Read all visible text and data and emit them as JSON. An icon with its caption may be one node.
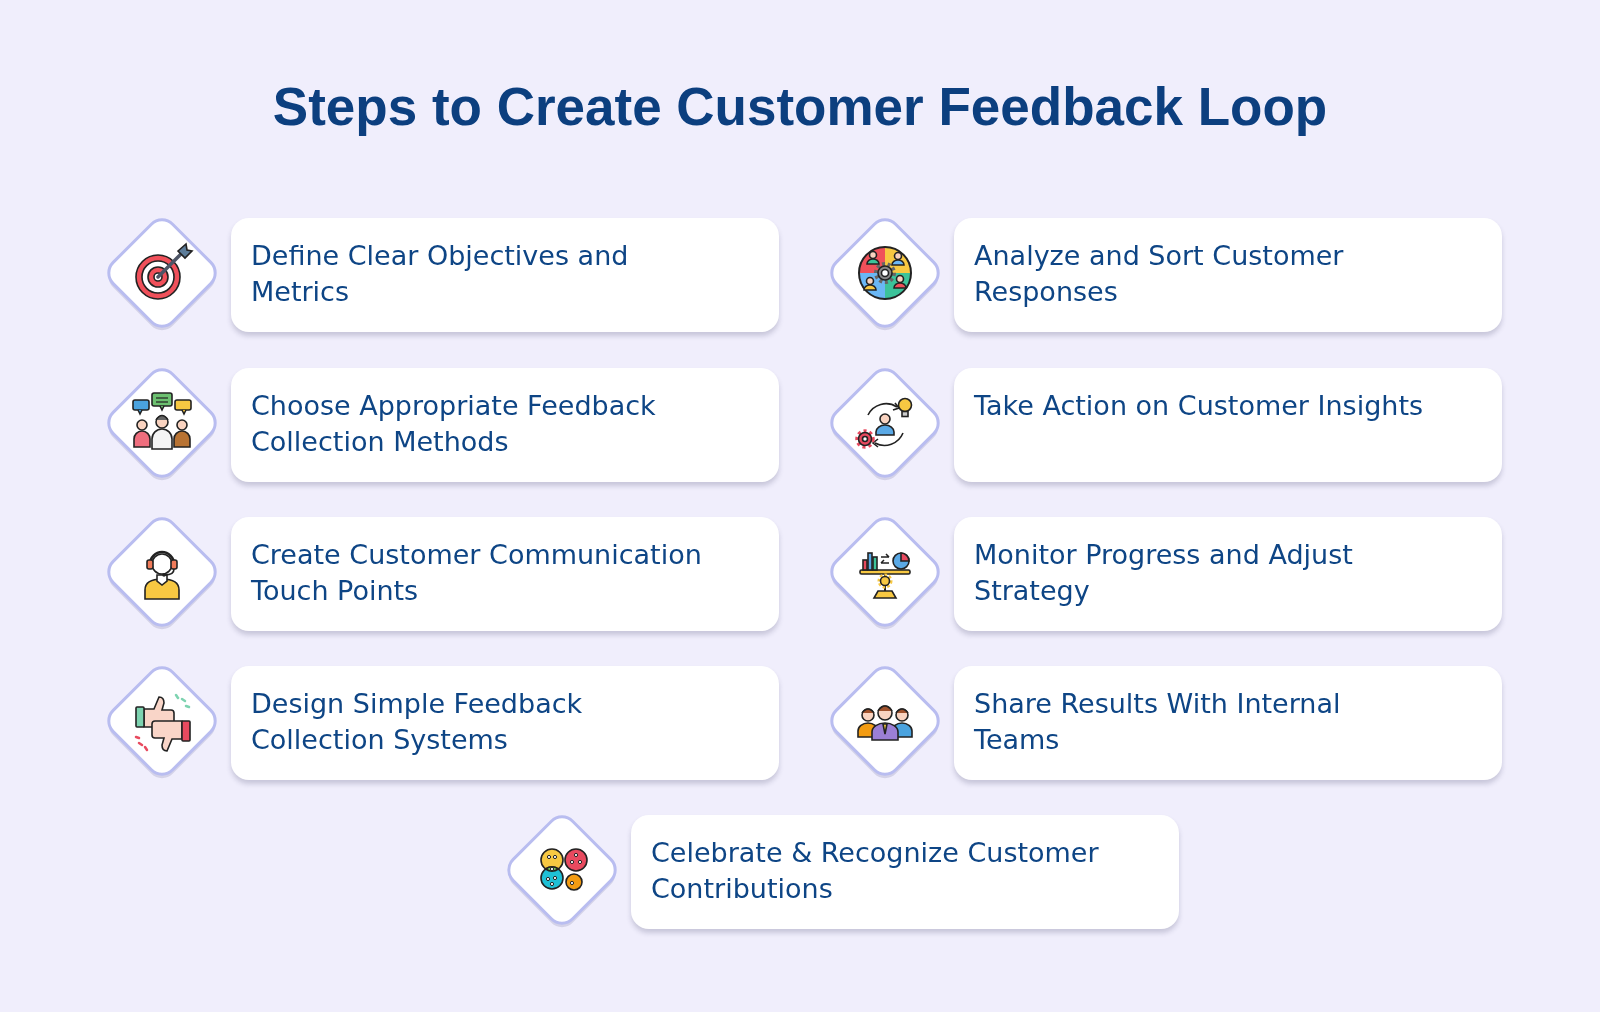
{
  "diagram": {
    "title": "Steps to Create Customer Feedback Loop",
    "nodes": [
      {
        "text": [
          "Define Clear Objectives and Metrics"
        ]
      },
      {
        "text": [
          "Choose Appropriate Feedback Collection Methods"
        ]
      },
      {
        "text": [
          "Create Customer Communication Touch Points"
        ]
      },
      {
        "text": [
          "Design Simple Feedback Collection Systems"
        ]
      },
      {
        "text": [
          "Analyze and Sort Customer Responses"
        ]
      },
      {
        "text": [
          "Take Action on Customer Insights"
        ]
      },
      {
        "text": [
          "Monitor Progress and Adjust Strategy"
        ]
      },
      {
        "text": [
          "Share Results With Internal Teams"
        ]
      },
      {
        "text": [
          "Celebrate & Recognize Customer Contributions"
        ]
      }
    ]
  }
}
